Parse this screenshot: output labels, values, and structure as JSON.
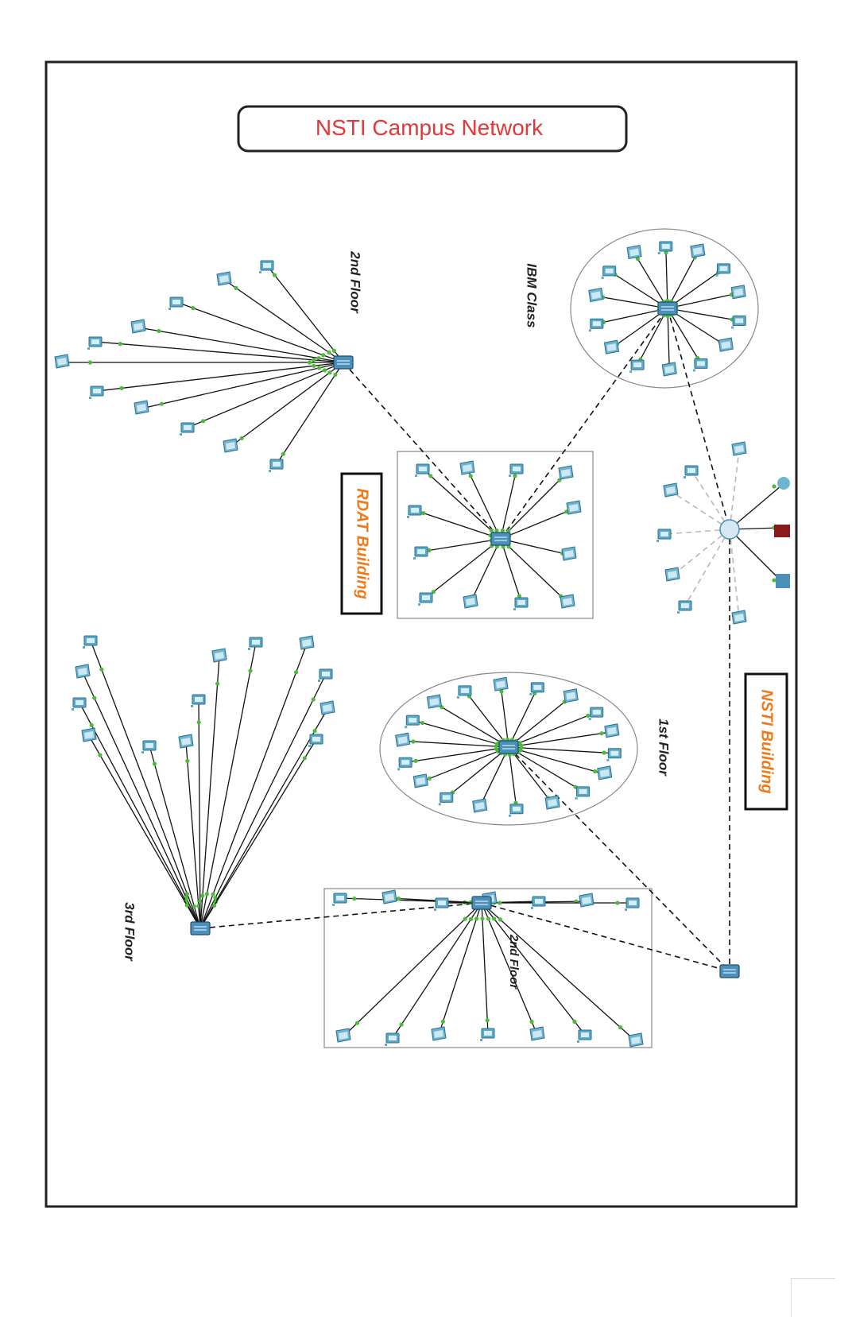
{
  "title": "NSTI Campus Network",
  "labels": {
    "rdat_building": "RDAT Building",
    "nsti_building": "NSTI Building",
    "second_floor_a": "2nd Floor",
    "ibm_class": "IBM Class",
    "first_floor": "1st Floor",
    "third_floor": "3rd Floor",
    "second_floor_b": "2nd Floor"
  },
  "colors": {
    "title_text": "#e23838",
    "building_text": "#f07a1a",
    "device": "#5aaac8",
    "link": "#111111",
    "port": "#4dbb3a",
    "wireless": "#b8b8b8"
  }
}
